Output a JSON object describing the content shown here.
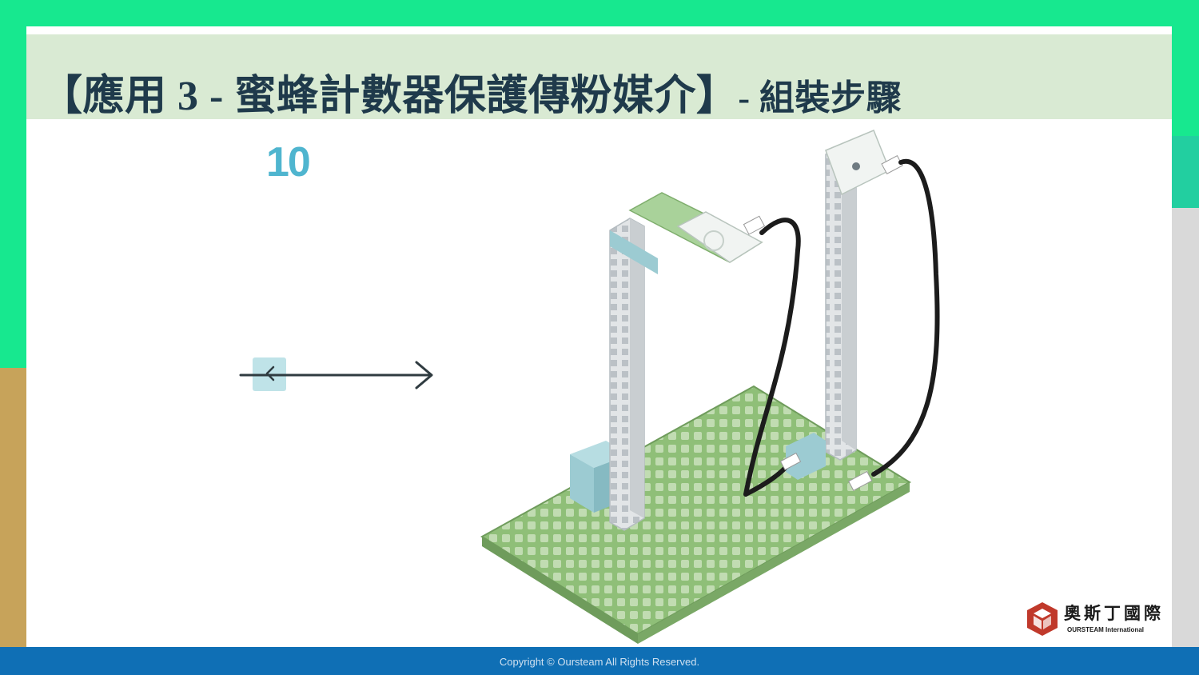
{
  "title": {
    "main": "【應用 3 - 蜜蜂計數器保護傳粉媒介】",
    "sub": "- 組裝步驟"
  },
  "step": {
    "number": "10"
  },
  "illustration": {
    "icon": "assembly-diagram-icon"
  },
  "navigation": {
    "prev_icon": "chevron-left-icon",
    "next_icon": "arrow-right-icon"
  },
  "logo": {
    "chinese": "奧斯丁國際",
    "english": "OURSTEAM International",
    "icon": "cube-logo-icon",
    "color": "#c0392b"
  },
  "footer": {
    "copyright": "Copyright © Oursteam All Rights Reserved."
  },
  "colors": {
    "accent": "#17e88f",
    "title_bg": "#d9ead3",
    "footer": "#0f6fb5",
    "step_number": "#4fb5cf"
  }
}
